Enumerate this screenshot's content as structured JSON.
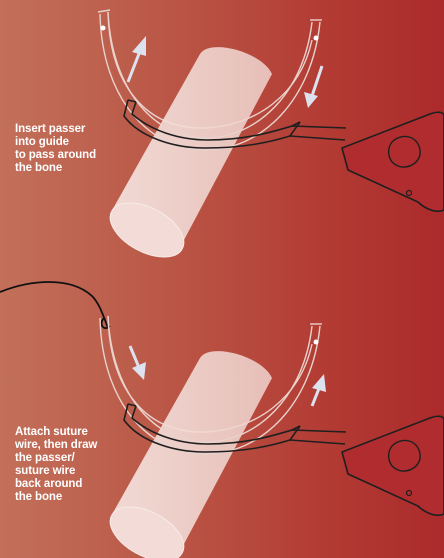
{
  "steps": [
    {
      "caption": "Insert passer\ninto guide\nto pass around\nthe bone"
    },
    {
      "caption": "Attach suture\nwire, then draw\nthe passer/\nsuture wire\nback around\nthe bone"
    }
  ],
  "colors": {
    "background_left": "#c2705a",
    "background_right": "#ab2a2b",
    "bone_fill": "#f3dcd7",
    "line": "#1f1f1f",
    "guide_highlight": "#e9c9c3",
    "arrow": "#dce2ee",
    "caption_text": "#ffffff"
  },
  "icons": [
    "bone-cylinder",
    "semicircular-guide",
    "passer-instrument",
    "handle",
    "direction-arrow",
    "suture-wire"
  ]
}
